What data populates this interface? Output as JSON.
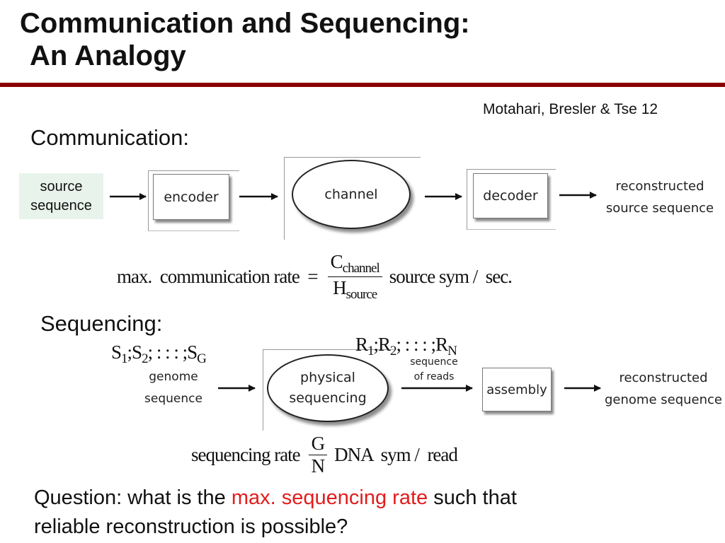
{
  "title": {
    "line1": "Communication and Sequencing:",
    "line2": "An Analogy"
  },
  "citation": "Motahari, Bresler  & Tse 12",
  "communication": {
    "heading": "Communication:",
    "source_line1": "source",
    "source_line2": "sequence",
    "encoder": "encoder",
    "channel": "channel",
    "decoder": "decoder",
    "output_line1": "reconstructed",
    "output_line2": "source sequence",
    "rate_lhs": "max.  communication rate  =",
    "rate_num_base": "C",
    "rate_num_sub": "channel",
    "rate_den_base": "H",
    "rate_den_sub": "source",
    "rate_units": "source sym /  sec."
  },
  "sequencing": {
    "heading": "Sequencing:",
    "genome_s1": "S",
    "genome_sub1": "1",
    "genome_sep1": ";",
    "genome_s2": "S",
    "genome_sub2": "2",
    "genome_mid": "; : : : ;",
    "genome_sg": "S",
    "genome_subg": "G",
    "genome_line1": "genome",
    "genome_line2": "sequence",
    "physical_line1": "physical",
    "physical_line2": "sequencing",
    "reads_r1": "R",
    "reads_sub1": "1",
    "reads_sep1": ";",
    "reads_r2": "R",
    "reads_sub2": "2",
    "reads_mid": "; : : : ;",
    "reads_rn": "R",
    "reads_subn": "N",
    "reads_line1": "sequence",
    "reads_line2": "of reads",
    "assembly": "assembly",
    "output_line1": "reconstructed",
    "output_line2": "genome sequence",
    "rate_lhs": "sequencing rate",
    "rate_num": "G",
    "rate_den": "N",
    "rate_units": "DNA  sym /  read"
  },
  "question": {
    "prefix": "Question: what is the ",
    "highlight": "max. sequencing rate",
    "suffix": " such that",
    "line2": "reliable reconstruction is possible?"
  },
  "colors": {
    "rule": "#8b0000",
    "highlight": "#e31c1c",
    "source_box": "#e8f3ec"
  }
}
